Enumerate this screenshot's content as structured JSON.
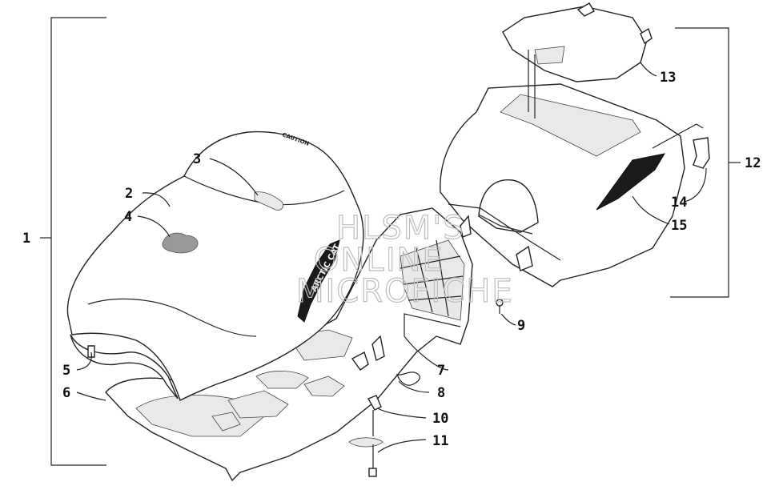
{
  "diagram": {
    "callouts": [
      {
        "id": "1",
        "label": "1"
      },
      {
        "id": "2",
        "label": "2"
      },
      {
        "id": "3",
        "label": "3"
      },
      {
        "id": "4",
        "label": "4"
      },
      {
        "id": "5",
        "label": "5"
      },
      {
        "id": "6",
        "label": "6"
      },
      {
        "id": "7",
        "label": "7"
      },
      {
        "id": "8",
        "label": "8"
      },
      {
        "id": "9",
        "label": "9"
      },
      {
        "id": "10",
        "label": "10"
      },
      {
        "id": "11",
        "label": "11"
      },
      {
        "id": "12",
        "label": "12"
      },
      {
        "id": "13",
        "label": "13"
      },
      {
        "id": "14",
        "label": "14"
      },
      {
        "id": "15",
        "label": "15"
      }
    ],
    "decal_text": "ARCTIC CAT",
    "caution_text": "CAUTION",
    "watermark": [
      "HLSM'S",
      "ONLINE",
      "MICROFICHE"
    ]
  }
}
